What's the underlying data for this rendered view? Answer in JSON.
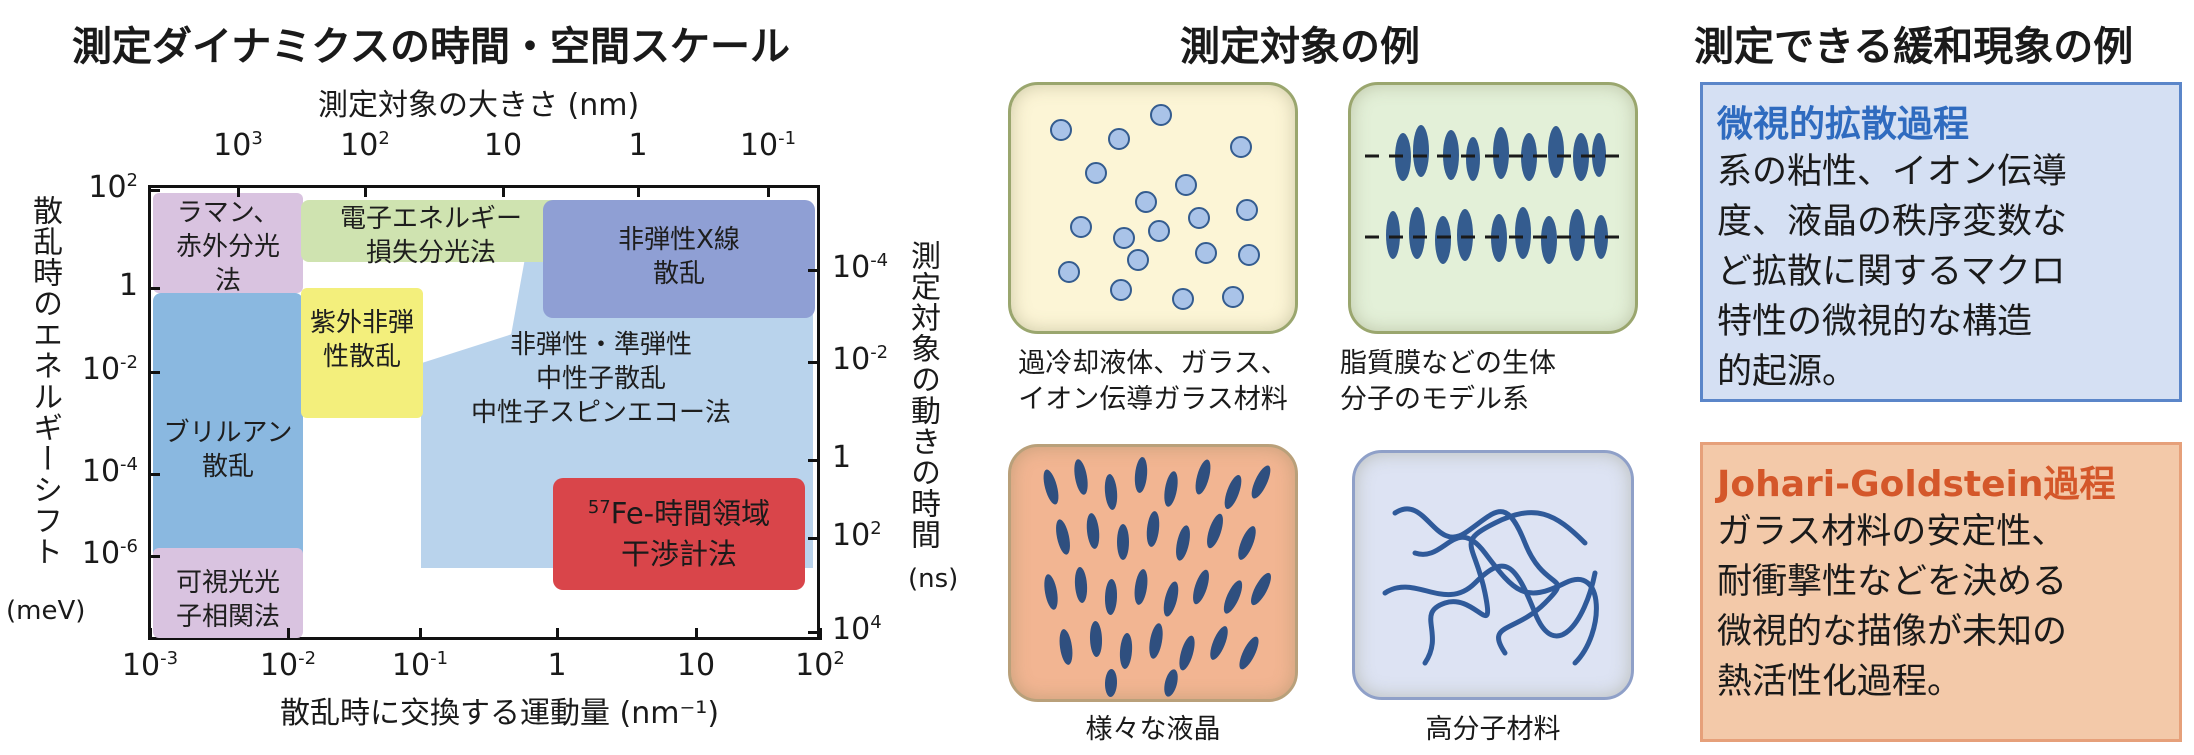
{
  "left": {
    "title": "測定ダイナミクスの時間・空間スケール",
    "top_axis_title": "測定対象の大きさ (nm)",
    "top_ticks": [
      {
        "base": "10",
        "exp": "3"
      },
      {
        "base": "10",
        "exp": "2"
      },
      {
        "base": "10",
        "exp": ""
      },
      {
        "base": "1",
        "exp": ""
      },
      {
        "base": "10",
        "exp": "-1"
      }
    ],
    "bottom_axis_title": "散乱時に交換する運動量 (nm⁻¹)",
    "bottom_ticks": [
      {
        "base": "10",
        "exp": "-3"
      },
      {
        "base": "10",
        "exp": "-2"
      },
      {
        "base": "10",
        "exp": "-1"
      },
      {
        "base": "1",
        "exp": ""
      },
      {
        "base": "10",
        "exp": ""
      },
      {
        "base": "10",
        "exp": "2"
      }
    ],
    "left_axis_title": "散乱時のエネルギーシフト",
    "left_axis_unit": "(meV)",
    "left_ticks": [
      {
        "base": "10",
        "exp": "2"
      },
      {
        "base": "1",
        "exp": ""
      },
      {
        "base": "10",
        "exp": "-2"
      },
      {
        "base": "10",
        "exp": "-4"
      },
      {
        "base": "10",
        "exp": "-6"
      }
    ],
    "right_axis_title": "測定対象の動きの時間",
    "right_axis_unit": "(ns)",
    "right_ticks": [
      {
        "base": "10",
        "exp": "-4"
      },
      {
        "base": "10",
        "exp": "-2"
      },
      {
        "base": "1",
        "exp": ""
      },
      {
        "base": "10",
        "exp": "2"
      },
      {
        "base": "10",
        "exp": "4"
      }
    ],
    "regions": {
      "raman": "ラマン、\n赤外分光\n法",
      "eels": "電子エネルギー\n損失分光法",
      "ixs": "非弾性X線\n散乱",
      "uv": "紫外非弾\n性散乱",
      "neutron": "非弾性・準弾性\n中性子散乱\n中性子スピンエコー法",
      "brillouin": "ブリルアン\n散乱",
      "visible": "可視光光\n子相関法",
      "fe_sup": "57",
      "fe_main": "Fe-時間領域",
      "fe_line2": "干渉計法"
    },
    "colors": {
      "raman": "#d9c3e0",
      "eels": "#cfe3b0",
      "ixs": "#8f9fd4",
      "uv": "#f3ef7c",
      "neutron": "#b9d3ec",
      "brillouin": "#8ab8e0",
      "visible": "#d9c3e0",
      "fe": "#d9454a"
    }
  },
  "middle": {
    "title": "測定対象の例",
    "examples": [
      {
        "caption": "過冷却液体、ガラス、\nイオン伝導ガラス材料",
        "bg": "#fcf5d6"
      },
      {
        "caption": "脂質膜などの生体\n分子のモデル系",
        "bg": "#e3f0d8"
      },
      {
        "caption": "様々な液晶",
        "bg": "#f2b592"
      },
      {
        "caption": "高分子材料",
        "bg": "#dde3f3"
      }
    ]
  },
  "right": {
    "title": "測定できる緩和現象の例",
    "boxes": [
      {
        "heading": "微視的拡散過程",
        "body": "系の粘性、イオン伝導\n度、液晶の秩序変数な\nど拡散に関するマクロ\n特性の微視的な構造\n的起源。",
        "heading_color": "#2f6bbf",
        "bg": "#d5e0f3",
        "border": "#5b86c9"
      },
      {
        "heading": "Johari-Goldstein過程",
        "body": "ガラス材料の安定性、\n耐衝撃性などを決める\n微視的な描像が未知の\n熱活性化過程。",
        "heading_color": "#d4572a",
        "bg": "#f3c9a9",
        "border": "#e6a07a"
      }
    ]
  }
}
